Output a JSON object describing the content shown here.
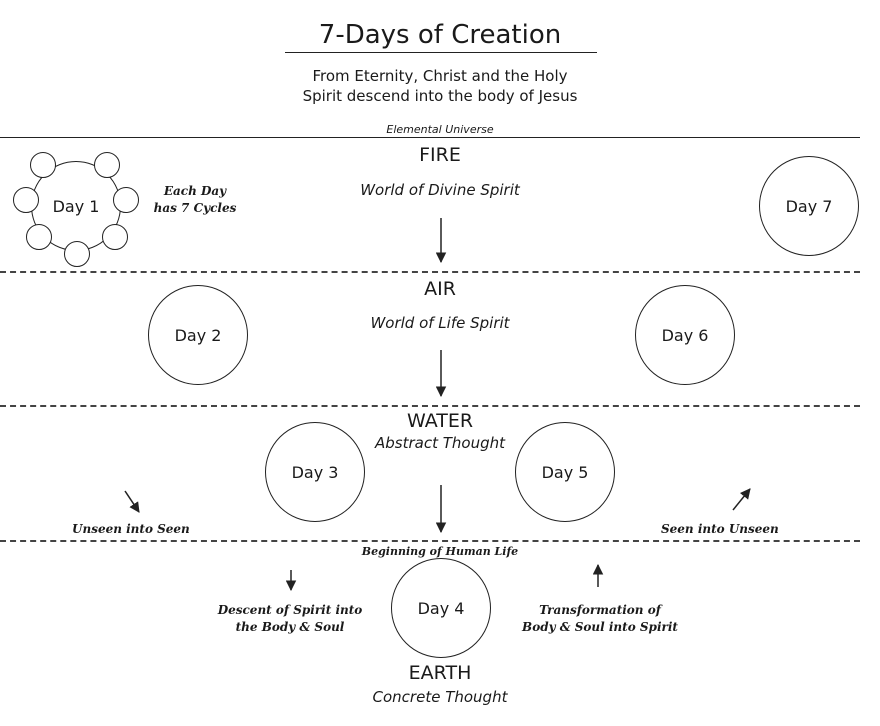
{
  "title": "7-Days of Creation",
  "subtitle_line1": "From Eternity, Christ and the Holy",
  "subtitle_line2": "Spirit descend into the body of Jesus",
  "header_label": "Elemental Universe",
  "levels": {
    "fire": {
      "element": "FIRE",
      "world": "World of Divine Spirit"
    },
    "air": {
      "element": "AIR",
      "world": "World of Life Spirit"
    },
    "water": {
      "element": "WATER",
      "world": "Abstract Thought"
    },
    "earth": {
      "element": "EARTH",
      "world": "Concrete Thought"
    }
  },
  "days": {
    "day1": "Day 1",
    "day2": "Day 2",
    "day3": "Day 3",
    "day4": "Day 4",
    "day5": "Day 5",
    "day6": "Day 6",
    "day7": "Day 7"
  },
  "notes": {
    "cycles_line1": "Each Day",
    "cycles_line2": "has 7 Cycles",
    "unseen_into_seen": "Unseen into Seen",
    "seen_into_unseen": "Seen into Unseen",
    "human_life": "Beginning of Human Life",
    "descent_line1": "Descent of Spirit into",
    "descent_line2": "the Body & Soul",
    "transform_line1": "Transformation of",
    "transform_line2": "Body & Soul into Spirit"
  }
}
